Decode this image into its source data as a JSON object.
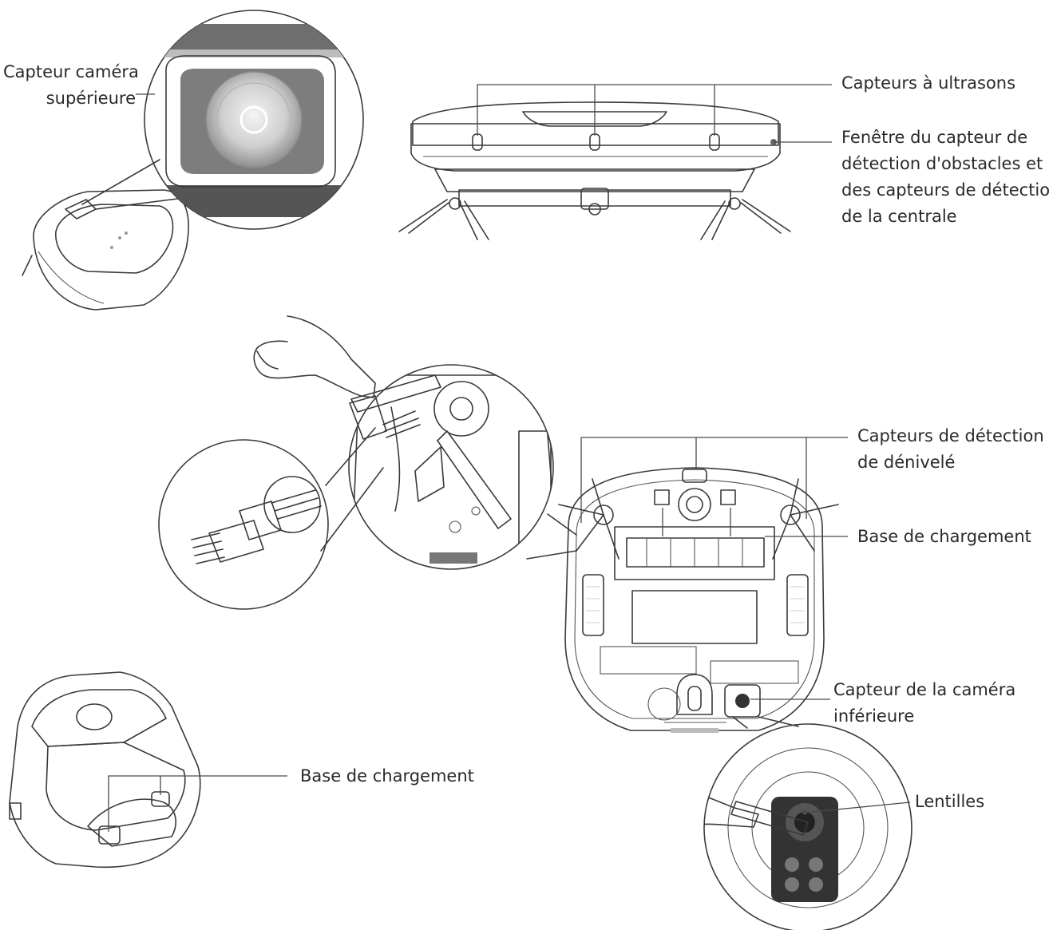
{
  "labels": {
    "top_camera": [
      "Capteur caméra",
      "supérieure"
    ],
    "ultrasonic": [
      "Capteurs à ultrasons"
    ],
    "obstacle_window": [
      "Fenêtre du capteur de",
      "détection d'obstacles et",
      "des capteurs de détection",
      "de la centrale"
    ],
    "cliff_sensors": [
      "Capteurs de détection",
      "de dénivelé"
    ],
    "charging_base_robot": [
      "Base de chargement"
    ],
    "bottom_camera": [
      "Capteur de la caméra",
      "inférieure"
    ],
    "lenses": [
      "Lentilles"
    ],
    "charging_base_dock": [
      "Base de chargement"
    ]
  },
  "colors": {
    "line": "#3a3a3a",
    "body_gray": "#e6e6e6",
    "dark_gray": "#7a7a7a",
    "light_gray": "#f2f2f2"
  }
}
